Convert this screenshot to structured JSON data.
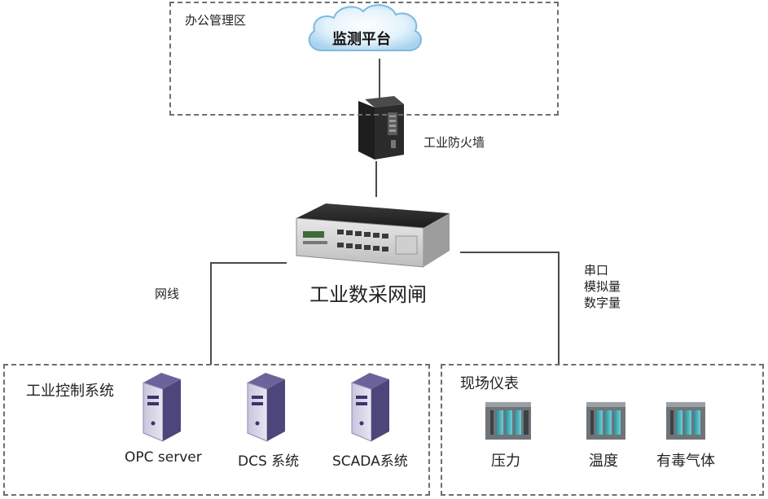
{
  "zones": {
    "office": "办公管理区",
    "control": "工业控制系统",
    "field": "现场仪表"
  },
  "cloud_label": "监测平台",
  "firewall_label": "工业防火墙",
  "gateway_label": "工业数采网闸",
  "link_left": "网线",
  "link_right": [
    "串口",
    "模拟量",
    "数字量"
  ],
  "servers": [
    "OPC server",
    "DCS 系统",
    "SCADA系统"
  ],
  "instruments": [
    "压力",
    "温度",
    "有毒气体"
  ]
}
